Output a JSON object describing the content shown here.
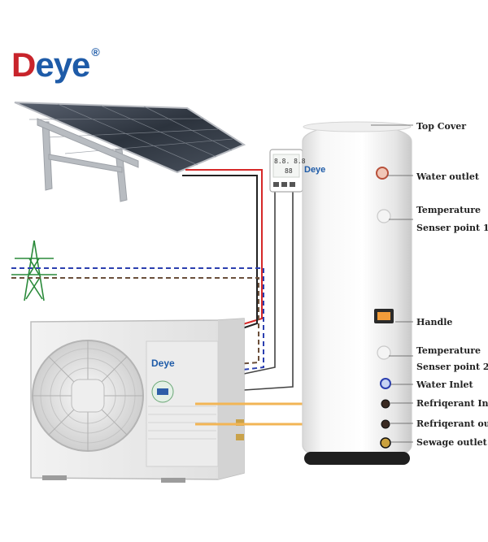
{
  "brand": {
    "logo_text": "Deye",
    "registered_mark": "®",
    "unit_badge": "Deye",
    "tank_badge": "Deye"
  },
  "controller": {
    "display_digits": "8.8.  8.8",
    "display_digits_2": "88"
  },
  "labels": [
    {
      "id": "top-cover",
      "text": "Top Cover"
    },
    {
      "id": "water-outlet",
      "text": "Water outlet"
    },
    {
      "id": "temp-sensor-1",
      "text": "Temperature",
      "text2": "Senser point 1"
    },
    {
      "id": "handle",
      "text": "Handle"
    },
    {
      "id": "temp-sensor-2",
      "text": "Temperature",
      "text2": "Senser point 2"
    },
    {
      "id": "water-inlet",
      "text": "Water Inlet"
    },
    {
      "id": "refrigerant-in",
      "text": "Refriqerant In"
    },
    {
      "id": "refrigerant-out",
      "text": "Refriqerant out"
    },
    {
      "id": "sewage-outlet",
      "text": "Sewage outlet"
    }
  ],
  "colors": {
    "brand_red": "#c8242b",
    "brand_blue": "#1e5ba8",
    "wire_red": "#d62828",
    "wire_black": "#222222",
    "wire_blue_dashed": "#2b3fb0",
    "wire_brown_dashed": "#6b4f3a",
    "refrigerant_pipe": "#f2b555",
    "pylon_green": "#2a8a3a"
  }
}
